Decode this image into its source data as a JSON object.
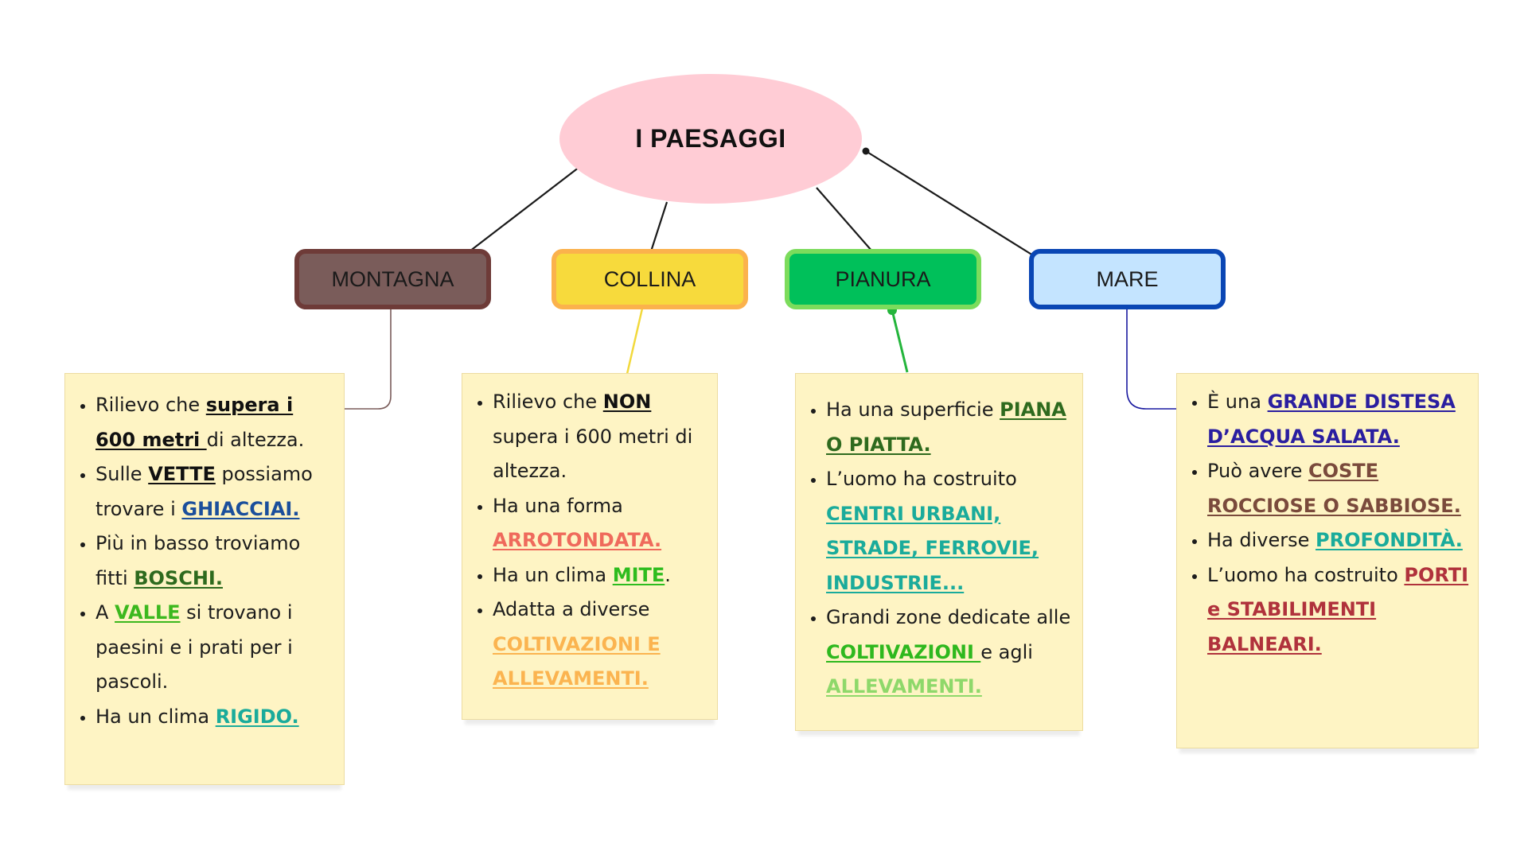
{
  "title": "I PAESAGGI",
  "colors": {
    "title_bg": "#ffccd5",
    "note_bg": "#fef4c4",
    "montagna": {
      "fill": "#7a5c5a",
      "border": "#6e3b38"
    },
    "collina": {
      "fill": "#f7da3c",
      "border": "#fbb24c"
    },
    "pianura": {
      "fill": "#00c05a",
      "border": "#7cdc5c"
    },
    "mare": {
      "fill": "#c4e4ff",
      "border": "#0a46b4"
    }
  },
  "topics": [
    {
      "label": "MONTAGNA"
    },
    {
      "label": "COLLINA"
    },
    {
      "label": "PIANURA"
    },
    {
      "label": "MARE"
    }
  ],
  "notes": [
    {
      "items": [
        {
          "parts": [
            {
              "text": "Rilievo che "
            },
            {
              "text": "supera i 600 metri ",
              "color": "#111111"
            },
            {
              "text": "di altezza."
            }
          ]
        },
        {
          "parts": [
            {
              "text": "Sulle "
            },
            {
              "text": "VETTE",
              "color": "#111111"
            },
            {
              "text": " possiamo trovare i "
            },
            {
              "text": "GHIACCIAI.",
              "color": "#1b4f9c"
            }
          ]
        },
        {
          "parts": [
            {
              "text": "Più in basso troviamo fitti "
            },
            {
              "text": "BOSCHI.",
              "color": "#2e6a1e"
            }
          ]
        },
        {
          "parts": [
            {
              "text": "A "
            },
            {
              "text": "VALLE",
              "color": "#3cb81e"
            },
            {
              "text": " si trovano i paesini e i prati per i pascoli."
            }
          ]
        },
        {
          "parts": [
            {
              "text": "Ha un clima "
            },
            {
              "text": "RIGIDO.",
              "color": "#1aab9b"
            }
          ]
        }
      ]
    },
    {
      "items": [
        {
          "parts": [
            {
              "text": "Rilievo che "
            },
            {
              "text": "NON",
              "color": "#111111"
            },
            {
              "text": " supera i 600 metri di altezza."
            }
          ]
        },
        {
          "parts": [
            {
              "text": "Ha una forma "
            },
            {
              "text": "ARROTONDATA.",
              "color": "#ef6a5c"
            }
          ]
        },
        {
          "parts": [
            {
              "text": "Ha un clima "
            },
            {
              "text": "MITE",
              "color": "#2ebc1e"
            },
            {
              "text": "."
            }
          ]
        },
        {
          "parts": [
            {
              "text": "Adatta a diverse "
            },
            {
              "text": "COLTIVAZIONI E ALLEVAMENTI.",
              "color": "#fbb450"
            }
          ]
        }
      ]
    },
    {
      "items": [
        {
          "parts": [
            {
              "text": "Ha una superficie "
            },
            {
              "text": "PIANA O PIATTA.",
              "color": "#2e6a1e"
            }
          ]
        },
        {
          "parts": [
            {
              "text": "L’uomo ha costruito "
            },
            {
              "text": "CENTRI URBANI, STRADE, FERROVIE, INDUSTRIE...",
              "color": "#1aab9b"
            }
          ]
        },
        {
          "parts": [
            {
              "text": "Grandi zone dedicate alle "
            },
            {
              "text": "COLTIVAZIONI ",
              "color": "#2eb81e"
            },
            {
              "text": " e agli "
            },
            {
              "text": "ALLEVAMENTI.",
              "color": "#8ed86a"
            }
          ]
        }
      ]
    },
    {
      "items": [
        {
          "parts": [
            {
              "text": "È una "
            },
            {
              "text": "GRANDE DISTESA D’ACQUA SALATA.",
              "color": "#2a1ea0"
            }
          ]
        },
        {
          "parts": [
            {
              "text": "Può avere "
            },
            {
              "text": "COSTE ROCCIOSE O SABBIOSE.",
              "color": "#7a4a3c"
            }
          ]
        },
        {
          "parts": [
            {
              "text": "Ha diverse "
            },
            {
              "text": "PROFONDITÀ.",
              "color": "#1aab9b"
            }
          ]
        },
        {
          "parts": [
            {
              "text": "L’uomo ha costruito "
            },
            {
              "text": "PORTI  e STABILIMENTI BALNEARI.",
              "color": "#b0323c"
            }
          ]
        }
      ]
    }
  ]
}
